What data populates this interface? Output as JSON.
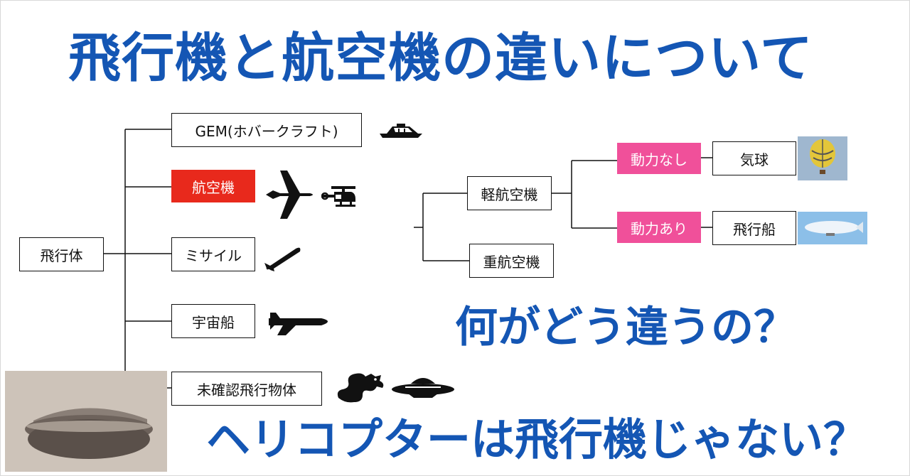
{
  "title": "飛行機と航空機の違いについて",
  "question_1": "何がどう違うの？",
  "question_2": "ヘリコプターは飛行機じゃない？",
  "tree": {
    "root": "飛行体",
    "children": [
      "GEM(ホバークラフト)",
      "航空機",
      "ミサイル",
      "宇宙船",
      "未確認飛行物体"
    ]
  },
  "aircraft_tree": {
    "light": "軽航空機",
    "heavy": "重航空機",
    "unpowered": "動力なし",
    "powered": "動力あり",
    "balloon": "気球",
    "airship": "飛行船"
  },
  "colors": {
    "title_blue": "#1456b4",
    "highlight_red": "#e8291c",
    "highlight_pink": "#f0509a"
  },
  "icons": [
    "hovercraft-icon",
    "airplane-icon",
    "helicopter-icon",
    "missile-icon",
    "space-shuttle-icon",
    "dragon-icon",
    "ufo-icon"
  ]
}
